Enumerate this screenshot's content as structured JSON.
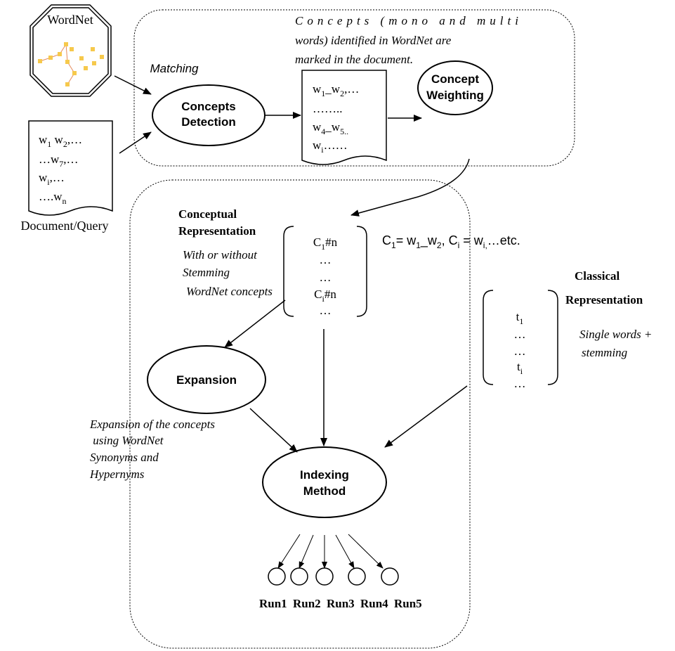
{
  "wordnet": {
    "label": "WordNet"
  },
  "matching": {
    "label": "Matching"
  },
  "note": {
    "line1": "Concepts    (mono    and    multi",
    "line2": "words) identified in WordNet are",
    "line3": "marked in the document."
  },
  "detection": {
    "line1": "Concepts",
    "line2": "Detection"
  },
  "weighting": {
    "line1": "Concept",
    "line2": "Weighting"
  },
  "input_doc": {
    "caption": "Document/Query",
    "lines": [
      {
        "pre": "w",
        "sub": "1",
        "mid": "  w",
        "sub2": "2",
        "post": ",…"
      },
      {
        "pre": "…w",
        "sub": "7",
        "mid": ",…",
        "sub2": "",
        "post": ""
      },
      {
        "pre": "w",
        "sub": "i",
        "mid": ",…",
        "sub2": "",
        "post": ""
      },
      {
        "pre": "….w",
        "sub": "n",
        "mid": "",
        "sub2": "",
        "post": ""
      }
    ]
  },
  "marked_doc": {
    "lines": [
      {
        "pre": "w",
        "sub": "1",
        "mid": "_w",
        "sub2": "2",
        "post": ",…"
      },
      {
        "pre": "……..",
        "sub": "",
        "mid": "",
        "sub2": "",
        "post": ""
      },
      {
        "pre": "w",
        "sub": "4",
        "mid": "_w",
        "sub2": "5..",
        "post": ""
      },
      {
        "pre": "w",
        "sub": "i",
        "mid": "……",
        "sub2": "",
        "post": ""
      }
    ]
  },
  "conceptual": {
    "title1": "Conceptual",
    "title2": "Representation",
    "desc1": "With or without",
    "desc2": "Stemming",
    "desc3": "WordNet concepts",
    "items": [
      {
        "pre": "C",
        "sub": "1",
        "post": "#n"
      },
      {
        "pre": "…",
        "sub": "",
        "post": ""
      },
      {
        "pre": "…",
        "sub": "",
        "post": ""
      },
      {
        "pre": "C",
        "sub": "i",
        "post": "#n"
      },
      {
        "pre": "…",
        "sub": "",
        "post": ""
      }
    ],
    "formula": {
      "p1": "C",
      "s1": "1",
      "p2": "= w",
      "s2": "1",
      "p3": "_w",
      "s3": "2",
      "p4": ", C",
      "s4": "i",
      "p5": " = w",
      "s5": "i,",
      "p6": "…etc."
    }
  },
  "classical": {
    "title1": "Classical",
    "title2": "Representation",
    "desc1": "Single words +",
    "desc2": "stemming",
    "items": [
      {
        "pre": "t",
        "sub": "1"
      },
      {
        "pre": "…",
        "sub": ""
      },
      {
        "pre": "…",
        "sub": ""
      },
      {
        "pre": "t",
        "sub": "i"
      },
      {
        "pre": "…",
        "sub": ""
      }
    ]
  },
  "expansion": {
    "label": "Expansion",
    "desc1": "Expansion of the concepts",
    "desc2": " using WordNet",
    "desc3": "Synonyms and",
    "desc4": "Hypernyms"
  },
  "indexing": {
    "line1": "Indexing",
    "line2": "Method"
  },
  "runs": [
    "Run1",
    "Run2",
    "Run3",
    "Run4",
    "Run5"
  ],
  "colors": {
    "stroke": "#000000",
    "wordnet_node": "#f6c94c",
    "wordnet_edge": "#e58a5a"
  }
}
